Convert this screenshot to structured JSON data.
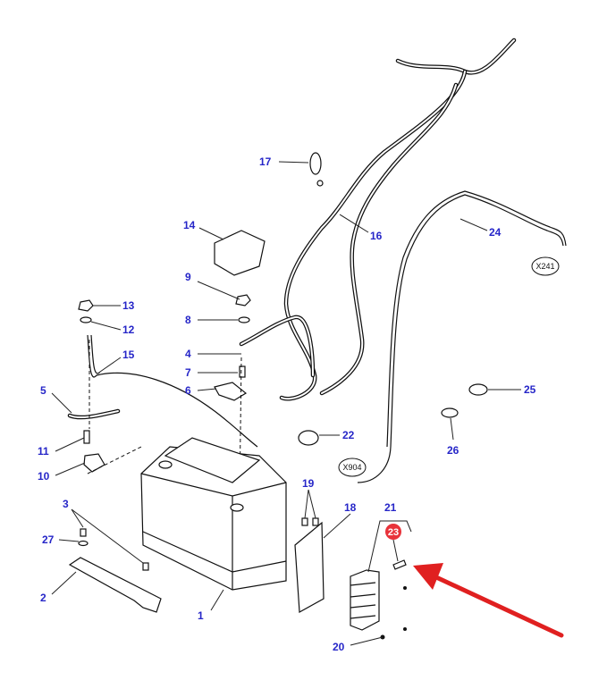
{
  "diagram": {
    "labels": {
      "l1": "1",
      "l2": "2",
      "l3": "3",
      "l4": "4",
      "l5": "5",
      "l6": "6",
      "l7": "7",
      "l8": "8",
      "l9": "9",
      "l10": "10",
      "l11": "11",
      "l12": "12",
      "l13": "13",
      "l14": "14",
      "l15": "15",
      "l16": "16",
      "l17": "17",
      "l18": "18",
      "l19": "19",
      "l20": "20",
      "l21": "21",
      "l22": "22",
      "l24": "24",
      "l25": "25",
      "l26": "26",
      "l27": "27"
    },
    "highlighted_part": {
      "label": "23",
      "color": "#e8323a"
    },
    "connectors": {
      "x241": "X241",
      "x904": "X904"
    },
    "label_color": "#2626c8",
    "arrow_color": "#e02020"
  }
}
